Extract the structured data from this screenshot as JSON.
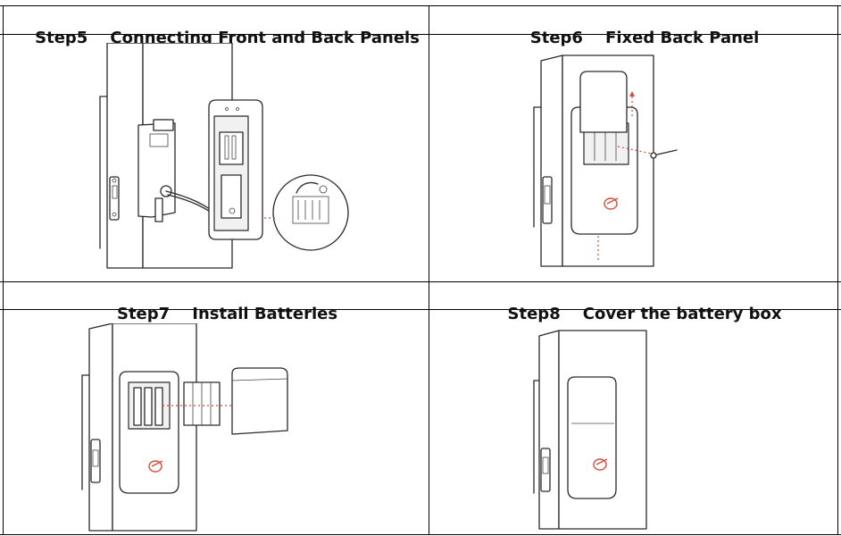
{
  "steps": [
    {
      "label": "Step5",
      "title": "Connecting Front and Back Panels"
    },
    {
      "label": "Step6",
      "title": "Fixed Back Panel"
    },
    {
      "label": "Step7",
      "title": "Install Batteries"
    },
    {
      "label": "Step8",
      "title": "Cover the battery box"
    }
  ],
  "colors": {
    "border": "#000000",
    "accent": "#d94a38",
    "line": "#2a2a2a"
  }
}
